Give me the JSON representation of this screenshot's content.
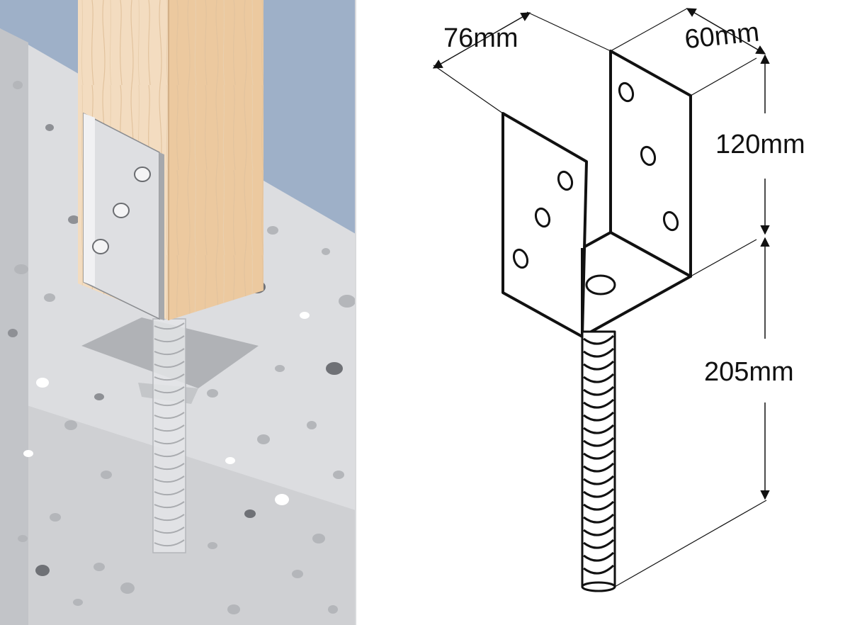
{
  "dimensions": {
    "width_label": "76mm",
    "depth_label": "60mm",
    "bracket_height_label": "120mm",
    "spike_length_label": "205mm"
  },
  "colors": {
    "sky": "#9eb0c8",
    "concrete_light": "#dcdde0",
    "concrete_mid": "#c9cacd",
    "concrete_shadow": "#b8babd",
    "wood_front": "#f3dcc0",
    "wood_side": "#ecc99f",
    "steel": "#e6e6e8",
    "line": "#111111"
  },
  "illustration": {
    "left_scene": "post-installed-in-concrete",
    "right_scene": "u-bracket-dimension-drawing"
  }
}
